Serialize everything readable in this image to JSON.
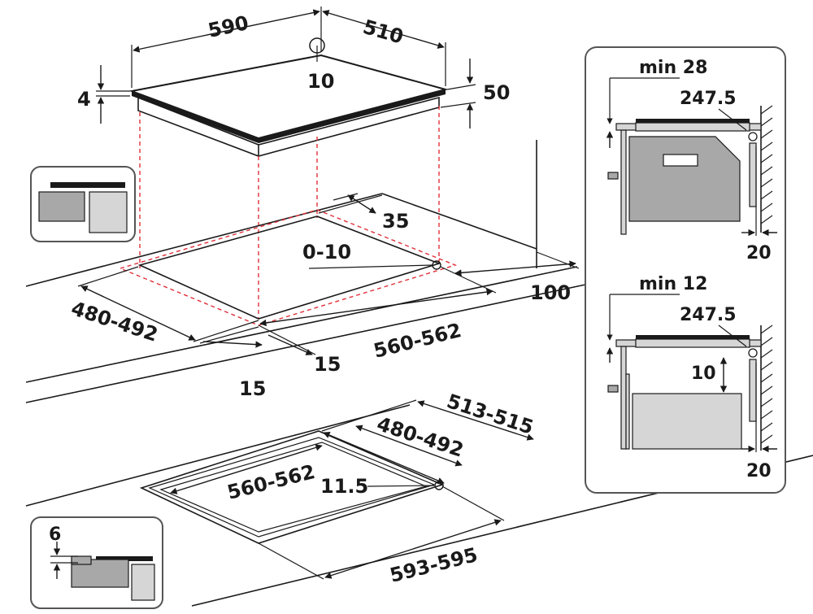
{
  "colors": {
    "line": "#1a1a1a",
    "cut_guide": "#e0303a",
    "grey_fill": "#a8a8a8",
    "light_grey_fill": "#d6d6d6",
    "panel_border": "#555555"
  },
  "hob": {
    "width": "590",
    "depth": "510",
    "corner_radius": "10",
    "glass_thickness": "4",
    "total_height": "50"
  },
  "worktop_cutout": {
    "depth": "480-492",
    "width": "560-562",
    "back_margin": "35",
    "corner_radius": "0-10",
    "wall_distance": "100",
    "front_margin_a": "15",
    "front_margin_b": "15"
  },
  "flush_cutout": {
    "outer_depth": "513-515",
    "inner_depth": "480-492",
    "inner_width": "560-562",
    "corner_radius": "11.5",
    "outer_width": "593-595"
  },
  "flush_detail": {
    "depth": "6"
  },
  "oven_detail": {
    "min_gap": "min 28",
    "clearance": "247.5",
    "wall_gap": "20"
  },
  "drawer_detail": {
    "min_gap": "min 12",
    "clearance": "247.5",
    "gap": "10",
    "wall_gap": "20"
  }
}
